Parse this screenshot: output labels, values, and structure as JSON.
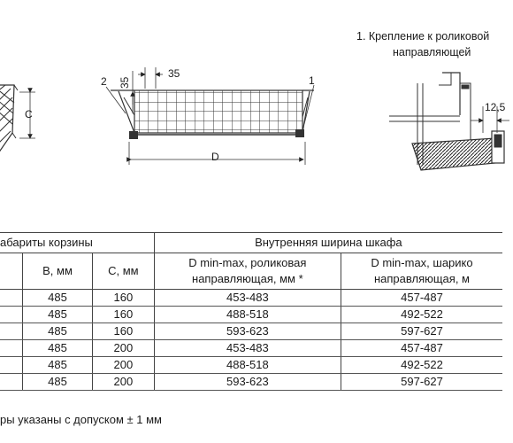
{
  "captions": {
    "attach_line1": "1. Крепление к роликовой",
    "attach_line2": "направляющей"
  },
  "dims": {
    "c_label": "C",
    "h35": "35",
    "w35": "35",
    "d_label": "D",
    "callout_2": "2",
    "callout_1": "1",
    "w12_5": "12,5"
  },
  "table": {
    "group_left": "абариты корзины",
    "group_right": "Внутренняя ширина шкафа",
    "col_b": "В, мм",
    "col_c": "С, мм",
    "col_roller_1": "D min-max, роликовая",
    "col_roller_2": "направляющая, мм  *",
    "col_ball_1": "D min-max, шарико",
    "col_ball_2": "направляющая, м",
    "rows": [
      {
        "b": "485",
        "c": "160",
        "roller": "453-483",
        "ball": "457-487"
      },
      {
        "b": "485",
        "c": "160",
        "roller": "488-518",
        "ball": "492-522"
      },
      {
        "b": "485",
        "c": "160",
        "roller": "593-623",
        "ball": "597-627"
      },
      {
        "b": "485",
        "c": "200",
        "roller": "453-483",
        "ball": "457-487"
      },
      {
        "b": "485",
        "c": "200",
        "roller": "488-518",
        "ball": "492-522"
      },
      {
        "b": "485",
        "c": "200",
        "roller": "593-623",
        "ball": "597-627"
      }
    ]
  },
  "note": "ры указаны с допуском ± 1 мм"
}
